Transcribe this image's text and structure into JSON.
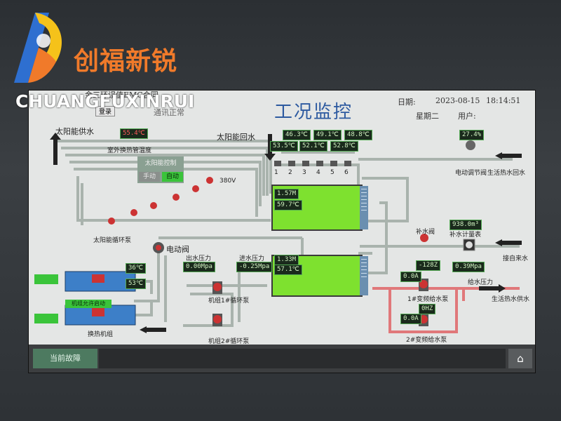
{
  "brand": {
    "name_cn": "创福新锐",
    "name_en": "CHUANGFUXINRUI",
    "colors": {
      "orange": "#f07a2a",
      "blue": "#2e6fd0",
      "yellow": "#f5c21a"
    }
  },
  "header": {
    "title": "工况监控",
    "project": "金三环误值EMC合同",
    "login_button": "登录",
    "comm_status": "通讯正常",
    "date_label": "日期:",
    "date": "2023-08-15",
    "time": "18:14:51",
    "weekday_label": "星期二",
    "user_label": "用户:"
  },
  "solar": {
    "supply_label": "太阳能供水",
    "return_label": "太阳能回水",
    "outdoor_pipe_temp": "55.4℃",
    "outdoor_pipe_label": "室外换热管温度",
    "control_label": "太阳能控制",
    "manual": "手动",
    "auto": "自动",
    "voltage": "380V",
    "pump_label": "太阳能循环泵"
  },
  "branches": {
    "temps_top": [
      "46.3℃",
      "49.1℃",
      "48.8℃"
    ],
    "temps_bottom": [
      "53.5℃",
      "52.1℃",
      "52.8℃"
    ],
    "numbers": [
      "1",
      "2",
      "3",
      "4",
      "5",
      "6"
    ]
  },
  "tank_upper": {
    "level": "1.57M",
    "temp": "59.7℃"
  },
  "tank_lower": {
    "level": "1.33M",
    "temp": "57.1℃"
  },
  "return_side": {
    "humidity": "27.4%",
    "valve_label": "电动调节阀",
    "return_label": "生活热水回水"
  },
  "makeup": {
    "valve_label": "补水阀",
    "meter_value": "938.0m³",
    "meter_label": "补水计量表",
    "tap_label": "接自来水"
  },
  "heat_pump": {
    "motor_valve_label": "电动阀",
    "temp_in": "36℃",
    "temp_out": "53℃",
    "unit_allow_label": "机组允许启动",
    "unit_label": "换热机组",
    "outlet_pressure_label": "出水压力",
    "outlet_pressure": "0.00Mpa",
    "inlet_pressure_label": "进水压力",
    "inlet_pressure": "-0.25Mpa",
    "pump1_label": "机组1#循环泵",
    "pump2_label": "机组2#循环泵"
  },
  "supply_side": {
    "freq1": "-128Z",
    "current1": "0.0A",
    "pump1_label": "1#变频给水泵",
    "freq2": "0HZ",
    "current2": "0.0A",
    "pump2_label": "2#变频给水泵",
    "pressure": "0.39Mpa",
    "pressure_label": "给水压力",
    "supply_label": "生活热水供水"
  },
  "footer": {
    "fault_label": "当前故障"
  },
  "colors": {
    "tank_fill": "#7ee12f",
    "pipe_gray": "#a9b3ad",
    "pipe_red": "#e0787a",
    "title_blue": "#2d5aa0"
  }
}
